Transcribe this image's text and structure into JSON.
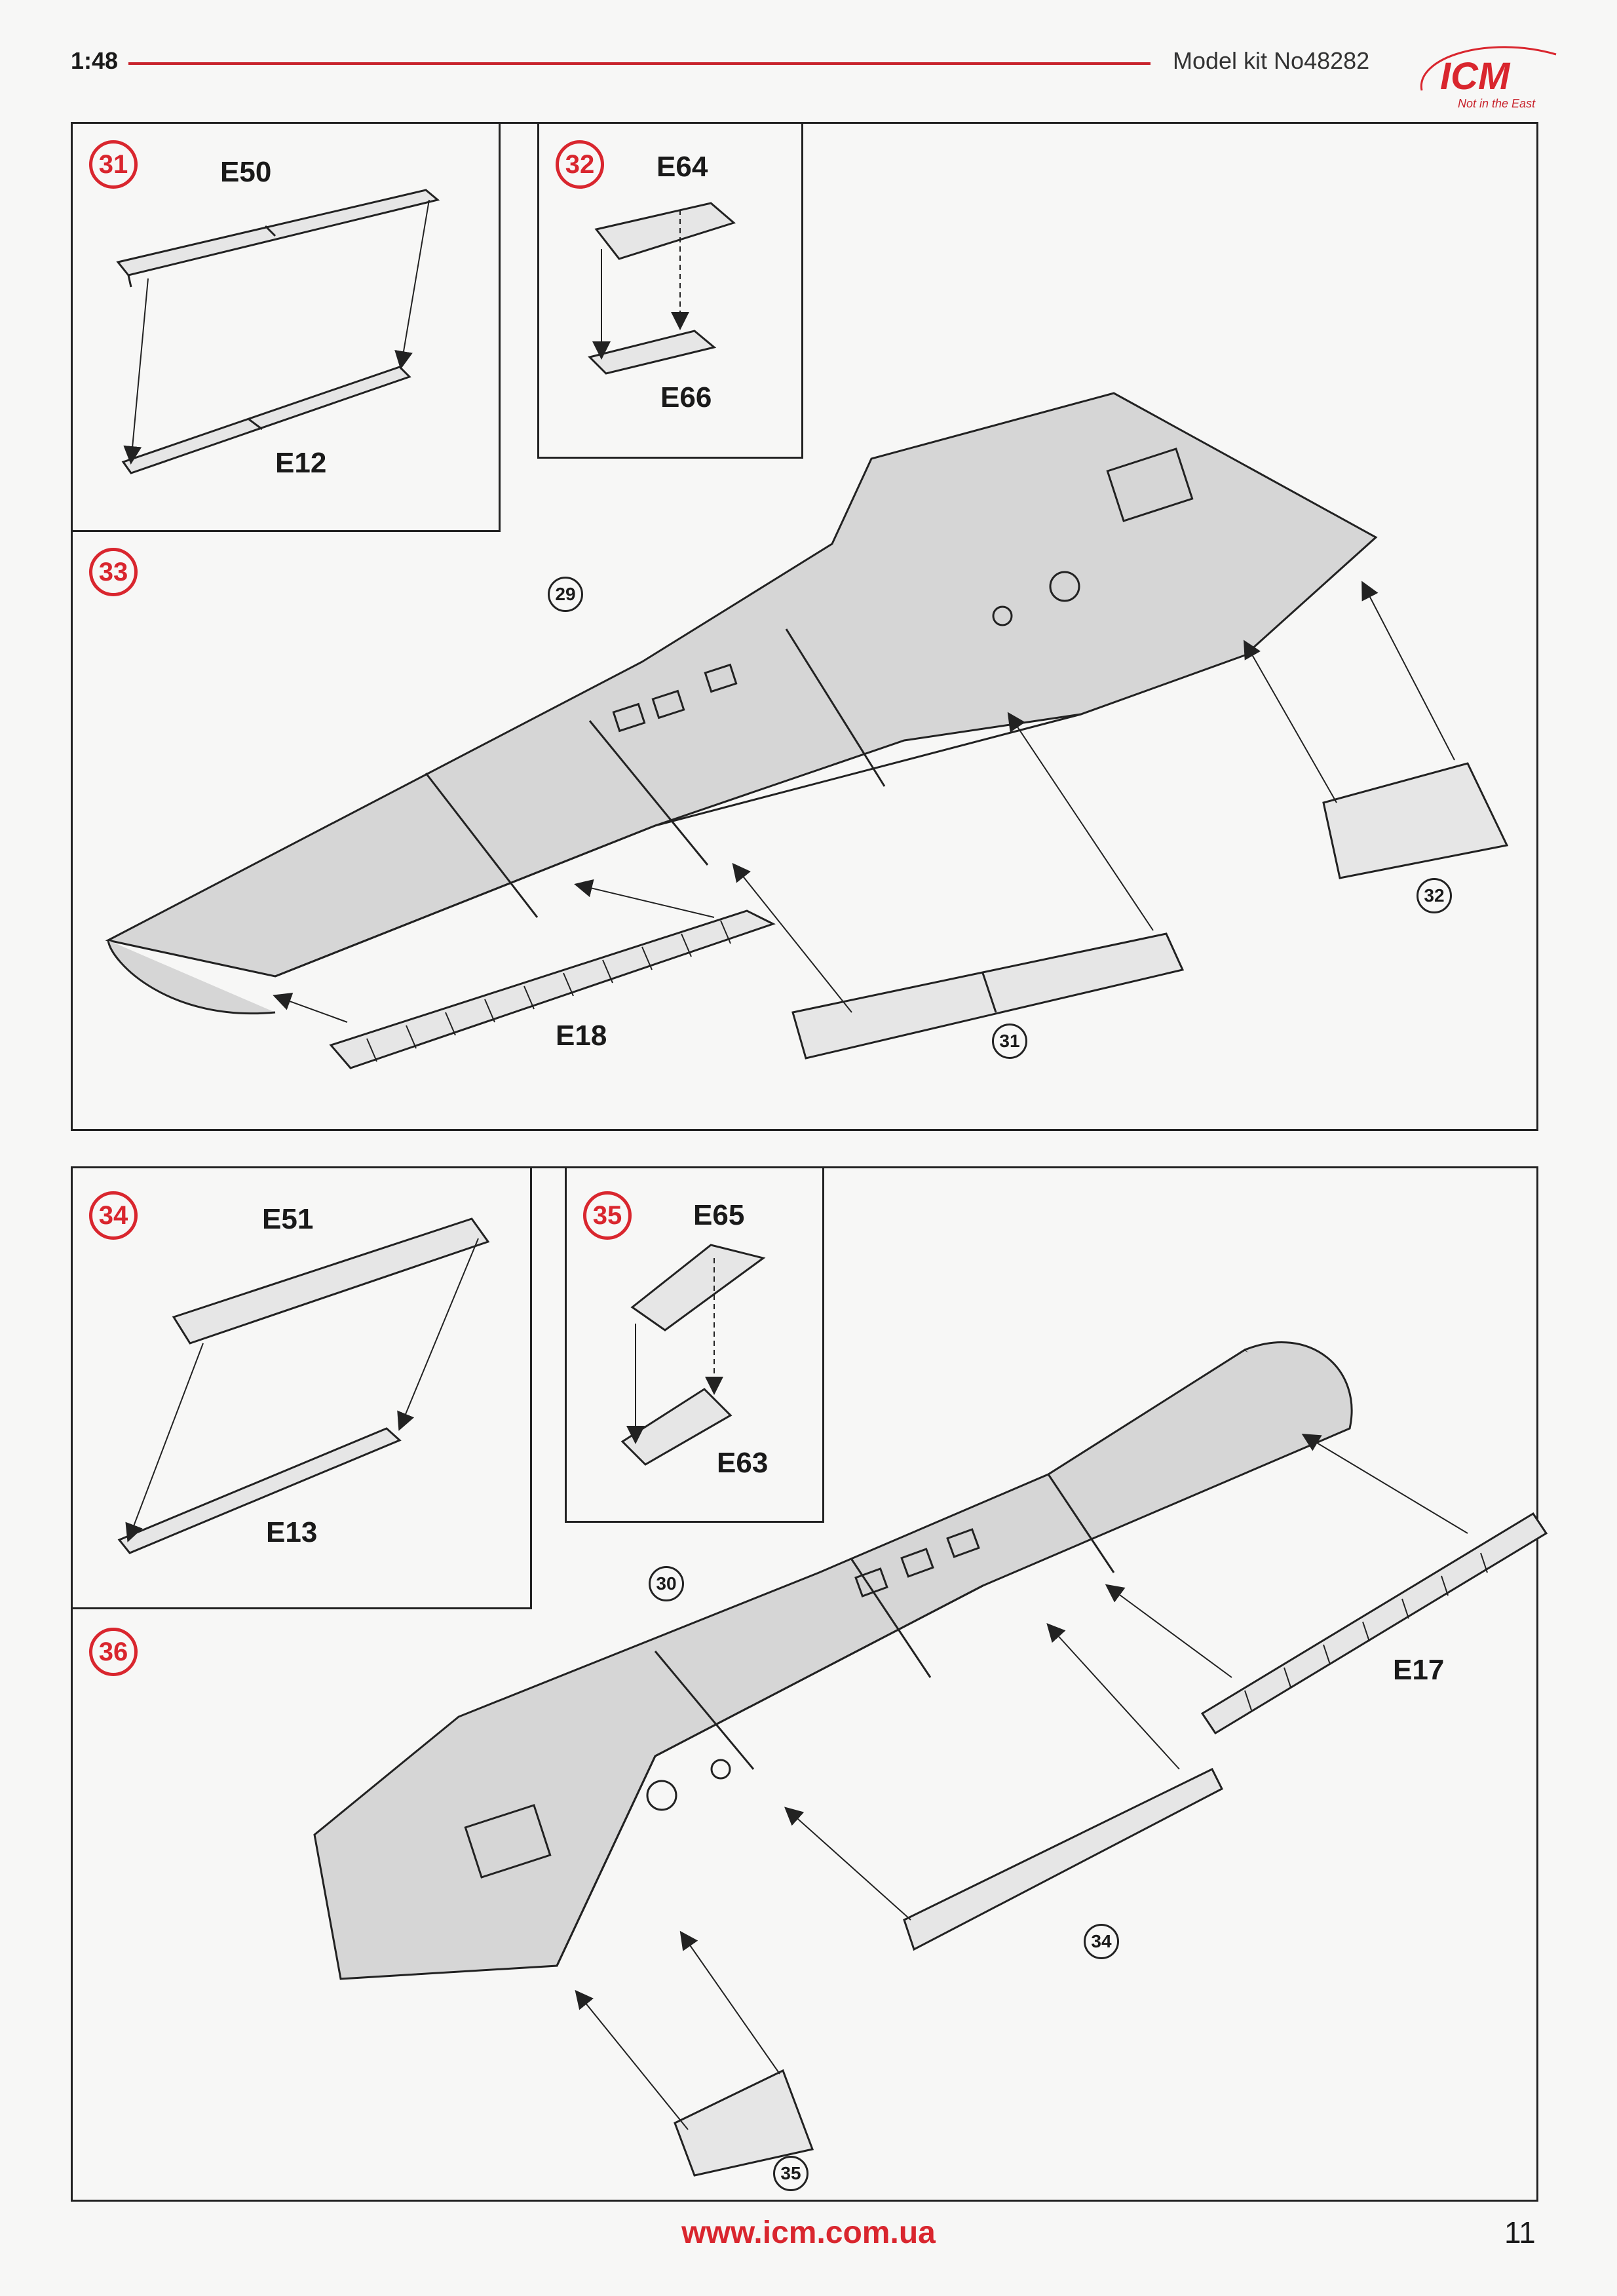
{
  "header": {
    "scale": "1:48",
    "kit": "Model kit No48282",
    "logo": "ICM",
    "logo_tag": "Not in the East"
  },
  "steps": [
    {
      "number": "31",
      "parts": [
        "E50",
        "E12"
      ]
    },
    {
      "number": "32",
      "parts": [
        "E64",
        "E66"
      ]
    },
    {
      "number": "33",
      "parts": [
        "E18"
      ],
      "refs": [
        "29",
        "31",
        "32"
      ]
    },
    {
      "number": "34",
      "parts": [
        "E51",
        "E13"
      ]
    },
    {
      "number": "35",
      "parts": [
        "E65",
        "E63"
      ]
    },
    {
      "number": "36",
      "parts": [
        "E17"
      ],
      "refs": [
        "30",
        "34",
        "35"
      ]
    }
  ],
  "footer": {
    "url": "www.icm.com.ua",
    "page": "11"
  },
  "colors": {
    "accent": "#d9262e",
    "line": "#222222",
    "wing_fill": "#d6d6d6"
  }
}
